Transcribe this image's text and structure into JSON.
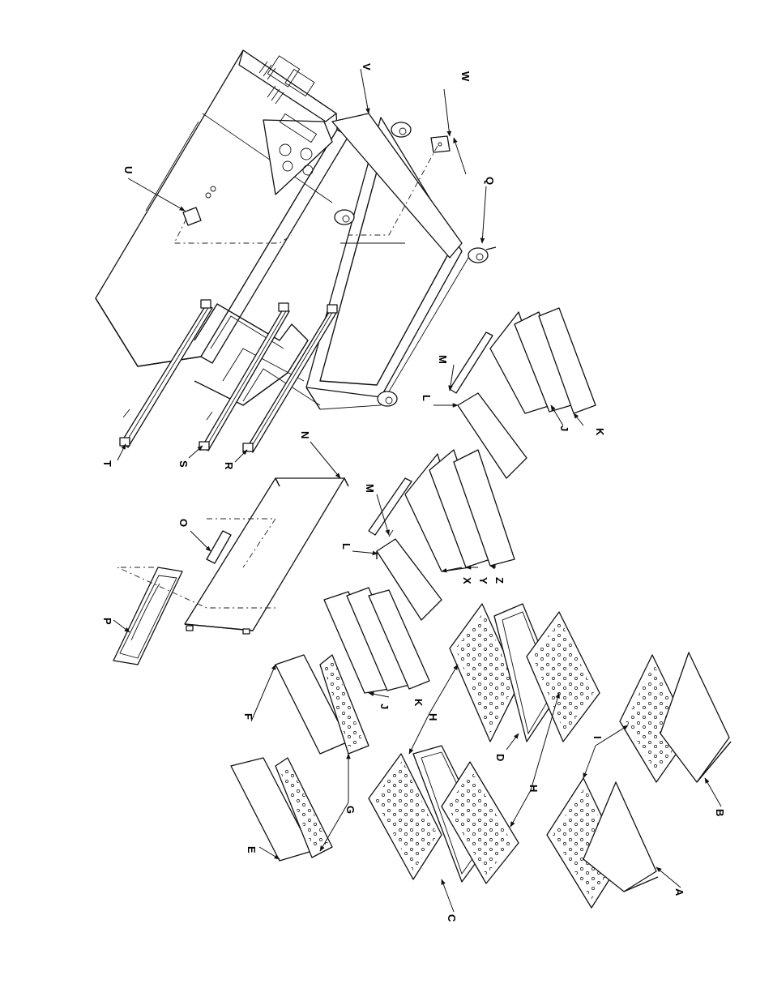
{
  "labels": {
    "A": "A",
    "B": "B",
    "C": "C",
    "D": "D",
    "E": "E",
    "F": "F",
    "G": "G",
    "H": "H",
    "I": "I",
    "J": "J",
    "K": "K",
    "L": "L",
    "M": "M",
    "N": "N",
    "O": "O",
    "P": "P",
    "Q": "Q",
    "R": "R",
    "S": "S",
    "T": "T",
    "U": "U",
    "V": "V",
    "W": "W",
    "X": "X",
    "Y": "Y",
    "Z": "Z"
  },
  "colors": {
    "line": "#111111",
    "background": "#ffffff"
  }
}
